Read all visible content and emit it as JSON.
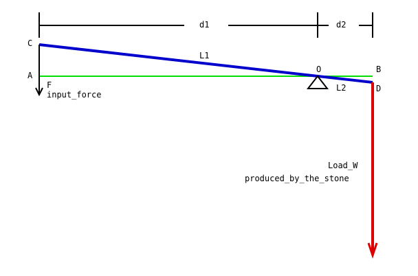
{
  "dimension_labels": {
    "d1": "d1",
    "d2": "d2"
  },
  "points": {
    "C": "C",
    "A": "A",
    "O": "O",
    "B": "B",
    "D": "D"
  },
  "segments": {
    "L1": "L1",
    "L2": "L2"
  },
  "input_force": {
    "symbol": "F",
    "name": "input_force"
  },
  "load": {
    "line1": "Load_W",
    "line2": "produced_by_the_stone"
  },
  "colors": {
    "lever": "#0000cc",
    "horizontal": "#00dd00",
    "load_arrow": "#dd0000",
    "force_arrow": "#000000",
    "dimension": "#000000",
    "fulcrum": "#000000"
  }
}
